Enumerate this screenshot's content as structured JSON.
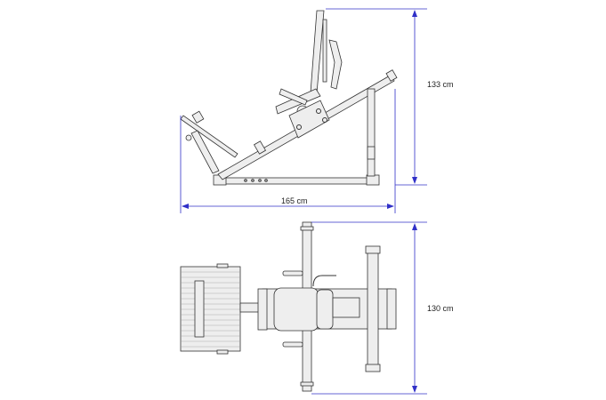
{
  "side_view": {
    "height_label": "133 cm",
    "length_label": "165 cm"
  },
  "top_view": {
    "width_label": "130 cm"
  },
  "colors": {
    "dimension_line": "#3030c8",
    "machine_outline": "#333333"
  }
}
